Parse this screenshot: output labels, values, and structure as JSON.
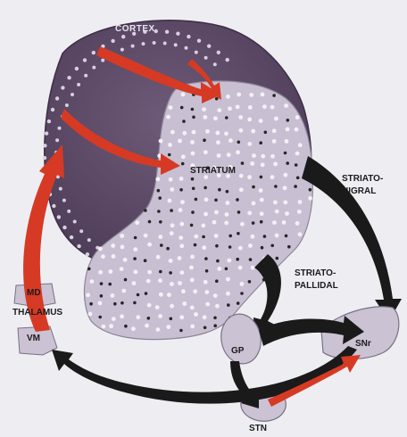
{
  "labels": {
    "cortex": "CORTEX",
    "striatum": "STRIATUM",
    "striatonigral_line1": "STRIATO-",
    "striatonigral_line2": "NIGRAL",
    "striatopallidal_line1": "STRIATO-",
    "striatopallidal_line2": "PALLIDAL",
    "md": "MD",
    "thalamus": "THALAMUS",
    "vm": "VM",
    "gp": "GP",
    "snr": "SNr",
    "stn": "STN"
  },
  "colors": {
    "background": "#eeeef2",
    "cortex_fill": "#5c4a66",
    "striatum_fill": "#c9bfd2",
    "nucleus_fill": "#cbc2d3",
    "excitatory_arrow": "#d63a24",
    "inhibitory_arrow": "#1a1a1a",
    "white_dots": "#f4f1f6",
    "black_dots": "#262626"
  }
}
